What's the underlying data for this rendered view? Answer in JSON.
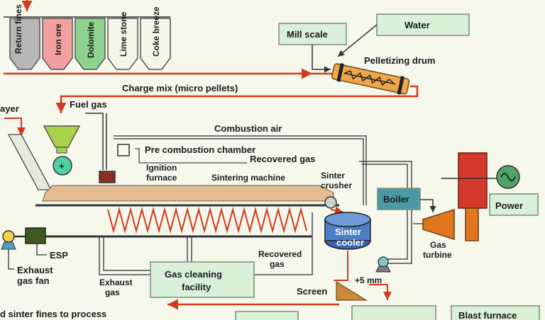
{
  "colors": {
    "background": "#f7f8ec",
    "box_fill": "#d9f0d9",
    "red_line": "#d23a1e",
    "pipe": "#4a4a4a",
    "hopper_green": "#a9d34a",
    "return_fines": "#b7b7b7",
    "iron_ore": "#f3a0a0",
    "dolomite": "#8fd18f",
    "sinter_bed": "#f3cfa5",
    "cooler_blue": "#3a67b0",
    "turbine_orange": "#e0771e",
    "generator_red": "#d33a2c"
  },
  "bins": [
    {
      "label": "Return fines"
    },
    {
      "label": "Iron ore"
    },
    {
      "label": "Dolomite"
    },
    {
      "label": "Lime stone"
    },
    {
      "label": "Coke breeze"
    }
  ],
  "labels": {
    "mill_scale": "Mill scale",
    "water": "Water",
    "pelletizing_drum": "Pelletizing drum",
    "charge_mix": "Charge mix (micro pellets)",
    "layer": "ayer",
    "fuel_gas": "Fuel gas",
    "combustion_air": "Combustion air",
    "pre_combustion_chamber": "Pre combustion chamber",
    "recovered_gas_top": "Recovered gas",
    "ignition_furnace_1": "Ignition",
    "ignition_furnace_2": "furnace",
    "sintering_machine": "Sintering machine",
    "sinter_crusher_1": "Sinter",
    "sinter_crusher_2": "crusher",
    "boiler": "Boiler",
    "power": "Power",
    "sinter_cooler_1": "Sinter",
    "sinter_cooler_2": "cooler",
    "gas_turbine_1": "Gas",
    "gas_turbine_2": "turbine",
    "esp": "ESP",
    "exhaust_gas_fan_1": "Exhaust",
    "exhaust_gas_fan_2": "gas fan",
    "exhaust_gas_1": "Exhaust",
    "exhaust_gas_2": "gas",
    "gas_cleaning_1": "Gas cleaning",
    "gas_cleaning_2": "facility",
    "recovered_gas_bottom_1": "Recovered",
    "recovered_gas_bottom_2": "gas",
    "screen": "Screen",
    "plus_5mm": "+5 mm",
    "sinter_fines": "d sinter fines to process",
    "blast_furnace": "Blast furnace"
  }
}
